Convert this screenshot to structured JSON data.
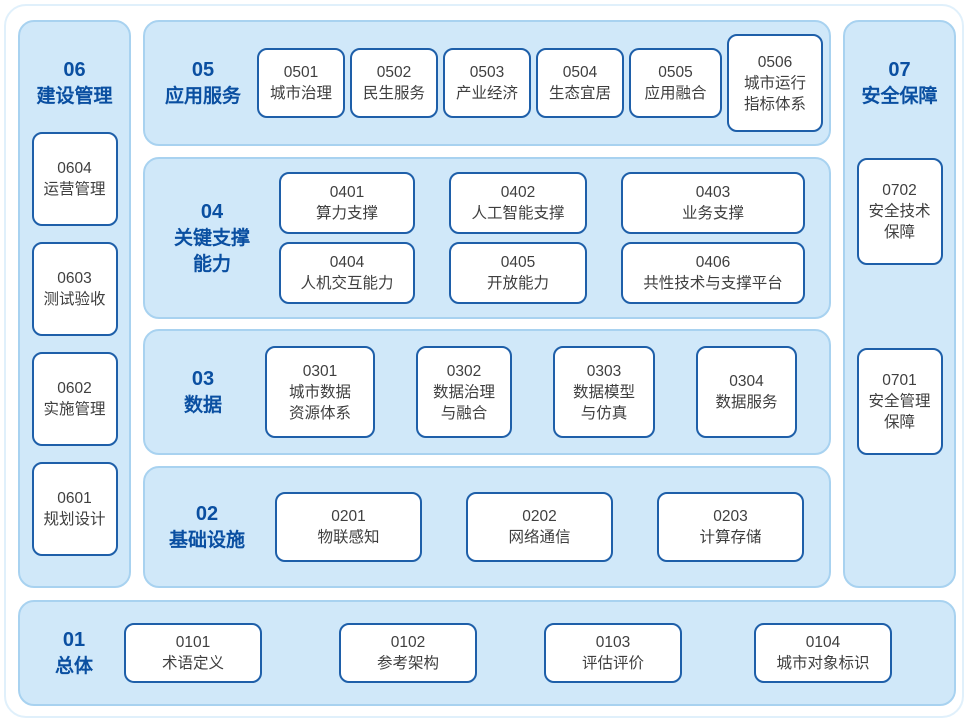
{
  "colors": {
    "panel_fill": "#d0e8f9",
    "panel_border": "#a8d2f0",
    "box_border": "#1e5fa9",
    "header_text": "#0a4fa1",
    "box_text": "#3f3f3f",
    "background": "#ffffff"
  },
  "sections": {
    "s06": {
      "code": "06",
      "name": "建设管理",
      "items": [
        {
          "code": "0604",
          "name": "运营管理"
        },
        {
          "code": "0603",
          "name": "测试验收"
        },
        {
          "code": "0602",
          "name": "实施管理"
        },
        {
          "code": "0601",
          "name": "规划设计"
        }
      ]
    },
    "s05": {
      "code": "05",
      "name": "应用服务",
      "items": [
        {
          "code": "0501",
          "name": "城市治理"
        },
        {
          "code": "0502",
          "name": "民生服务"
        },
        {
          "code": "0503",
          "name": "产业经济"
        },
        {
          "code": "0504",
          "name": "生态宜居"
        },
        {
          "code": "0505",
          "name": "应用融合"
        },
        {
          "code": "0506",
          "name": "城市运行\n指标体系"
        }
      ]
    },
    "s04": {
      "code": "04",
      "name": "关键支撑\n能力",
      "items": [
        {
          "code": "0401",
          "name": "算力支撑"
        },
        {
          "code": "0402",
          "name": "人工智能支撑"
        },
        {
          "code": "0403",
          "name": "业务支撑"
        },
        {
          "code": "0404",
          "name": "人机交互能力"
        },
        {
          "code": "0405",
          "name": "开放能力"
        },
        {
          "code": "0406",
          "name": "共性技术与支撑平台"
        }
      ]
    },
    "s03": {
      "code": "03",
      "name": "数据",
      "items": [
        {
          "code": "0301",
          "name": "城市数据\n资源体系"
        },
        {
          "code": "0302",
          "name": "数据治理\n与融合"
        },
        {
          "code": "0303",
          "name": "数据模型\n与仿真"
        },
        {
          "code": "0304",
          "name": "数据服务"
        }
      ]
    },
    "s02": {
      "code": "02",
      "name": "基础设施",
      "items": [
        {
          "code": "0201",
          "name": "物联感知"
        },
        {
          "code": "0202",
          "name": "网络通信"
        },
        {
          "code": "0203",
          "name": "计算存储"
        }
      ]
    },
    "s07": {
      "code": "07",
      "name": "安全保障",
      "items": [
        {
          "code": "0702",
          "name": "安全技术\n保障"
        },
        {
          "code": "0701",
          "name": "安全管理\n保障"
        }
      ]
    },
    "s01": {
      "code": "01",
      "name": "总体",
      "items": [
        {
          "code": "0101",
          "name": "术语定义"
        },
        {
          "code": "0102",
          "name": "参考架构"
        },
        {
          "code": "0103",
          "name": "评估评价"
        },
        {
          "code": "0104",
          "name": "城市对象标识"
        }
      ]
    }
  }
}
